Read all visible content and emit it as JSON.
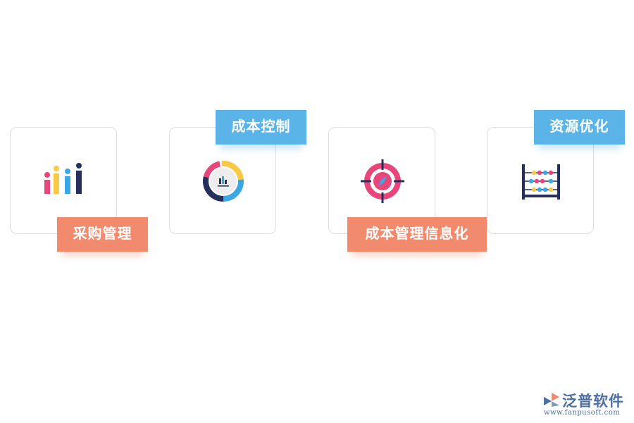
{
  "cards": [
    {
      "label": "采购管理",
      "icon": "bar-chart-icon"
    },
    {
      "label": "成本控制",
      "icon": "donut-chart-icon"
    },
    {
      "label": "成本管理信息化",
      "icon": "target-compass-icon"
    },
    {
      "label": "资源优化",
      "icon": "abacus-icon"
    }
  ],
  "logo": {
    "name": "泛普软件",
    "url": "www.fanpusoft.com"
  },
  "colors": {
    "orange": "#f28a6e",
    "blue": "#5ab4e8",
    "pink": "#e8457a",
    "navy": "#25305c",
    "yellow": "#f8c945",
    "sky": "#3ba8e6"
  }
}
